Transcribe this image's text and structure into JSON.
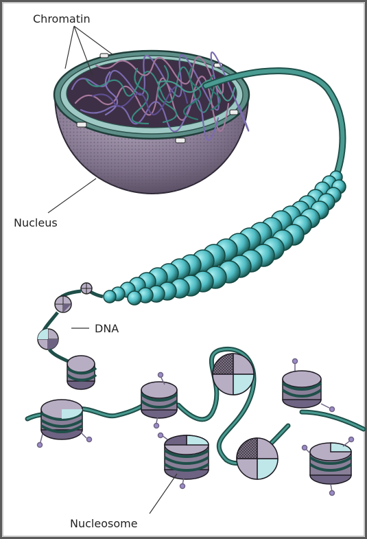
{
  "labels": {
    "chromatin": "Chromatin",
    "nucleus": "Nucleus",
    "dna": "DNA",
    "nucleosome": "Nucleosome"
  },
  "colors": {
    "frame": "#555555",
    "teal_dark": "#1f5e55",
    "teal": "#3a8a80",
    "cyan_bead": "#5cc6cc",
    "nucleus_shell": "#7a6d86",
    "histone_light": "#b8aec4",
    "histone_dark": "#6e6382",
    "histone_cyan": "#bfe7ea",
    "chromatin_purple": "#7a6bb0",
    "chromatin_pink": "#a5789c"
  }
}
